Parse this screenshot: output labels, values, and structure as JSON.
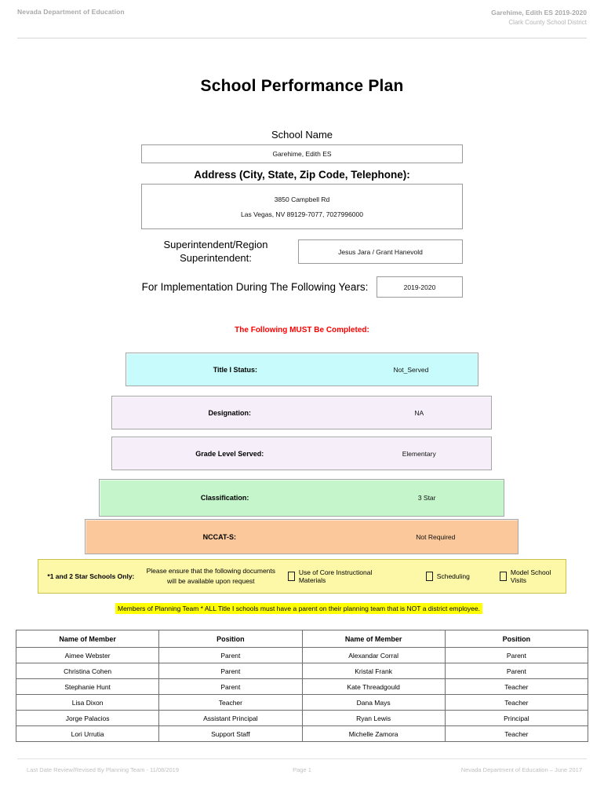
{
  "header": {
    "left": "Nevada Department of Education",
    "right_line1": "Garehime, Edith ES  2019-2020",
    "right_line2": "Clark County School District"
  },
  "title": "School Performance Plan",
  "fields": {
    "school_name_label": "School Name",
    "school_name_value": "Garehime, Edith ES",
    "address_label": "Address (City, State, Zip Code, Telephone):",
    "address_line1": "3850 Campbell Rd",
    "address_line2": "Las Vegas, NV  89129-7077, 7027996000",
    "superintendent_label": "Superintendent/Region Superintendent:",
    "superintendent_value": "Jesus Jara / Grant Hanevold",
    "years_label": "For Implementation During The Following Years:",
    "years_value": "2019-2020"
  },
  "must_complete_notice": "The Following MUST Be Completed:",
  "status_bars": [
    {
      "label": "Title I Status:",
      "value": "Not_Served",
      "color": "#c8fbfb"
    },
    {
      "label": "Designation:",
      "value": "NA",
      "color": "#f6eef9"
    },
    {
      "label": "Grade Level Served:",
      "value": "Elementary",
      "color": "#f6eef9"
    },
    {
      "label": "Classification:",
      "value": "3 Star",
      "color": "#c4f5cb"
    },
    {
      "label": "NCCAT-S:",
      "value": "Not Required",
      "color": "#fac89a"
    }
  ],
  "compliance": {
    "star_label": "*1 and 2 Star Schools Only:",
    "ensure_text": "Please ensure that the following documents will be available upon request",
    "checkboxes": [
      {
        "label": "Use of Core Instructional Materials",
        "checked": false
      },
      {
        "label": "Scheduling",
        "checked": false
      },
      {
        "label": "Model School Visits",
        "checked": false
      }
    ],
    "highlight_color": "#fdf7a8"
  },
  "planning_note": "Members of Planning Team * ALL Title I schools must have a parent on their planning team that is NOT a district employee.",
  "members_table": {
    "headers": [
      "Name of Member",
      "Position",
      "Name of Member",
      "Position"
    ],
    "rows": [
      [
        "Aimee Webster",
        "Parent",
        "Alexandar Corral",
        "Parent"
      ],
      [
        "Christina Cohen",
        "Parent",
        "Kristal Frank",
        "Parent"
      ],
      [
        "Stephanie Hunt",
        "Parent",
        "Kate Threadgould",
        "Teacher"
      ],
      [
        "Lisa Dixon",
        "Teacher",
        "Dana Mays",
        "Teacher"
      ],
      [
        "Jorge Palacios",
        "Assistant Principal",
        "Ryan Lewis",
        "Principal"
      ],
      [
        "Lori Urrutia",
        "Support Staff",
        "Michelle Zamora",
        "Teacher"
      ]
    ]
  },
  "footer": {
    "left": "Last Date Review/Revised By Planning Team - 11/08/2019",
    "center": "Page 1",
    "right": "Nevada Department of Education – June 2017"
  }
}
